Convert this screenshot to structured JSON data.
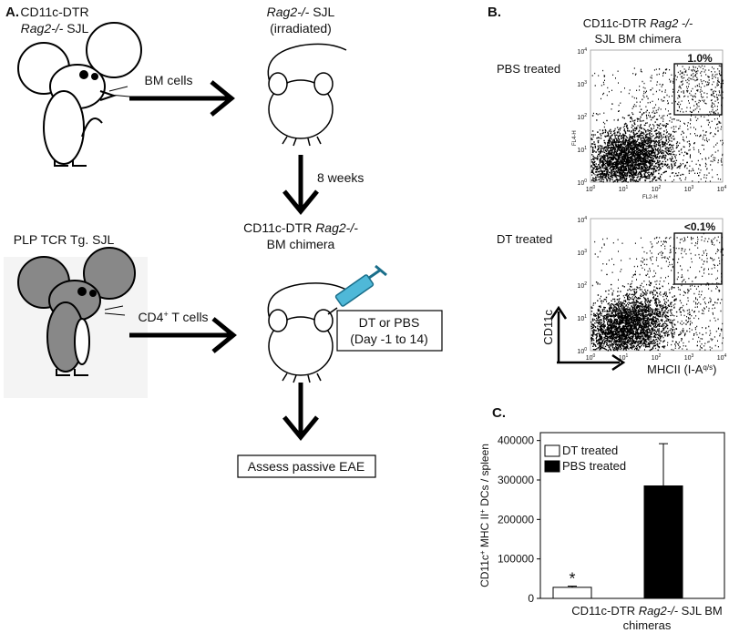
{
  "panel_a": {
    "label": "A.",
    "donor_line1": "CD11c-DTR",
    "donor_line2_italic": "Rag2-/-",
    "donor_line2_rest": " SJL",
    "recipient_italic": "Rag2-/-",
    "recipient_rest": " SJL",
    "recipient_sub": "(irradiated)",
    "bm_cells": "BM cells",
    "weeks": "8 weeks",
    "chimera_line1_pre": "CD11c-DTR ",
    "chimera_line1_italic": "Rag2-/-",
    "chimera_line2": "BM chimera",
    "plp": "PLP TCR Tg. SJL",
    "cd4_pre": "CD4",
    "cd4_sup": "+",
    "cd4_post": " T cells",
    "treat_line1": "DT or PBS",
    "treat_line2": "(Day -1 to 14)",
    "assess": "Assess passive EAE"
  },
  "panel_b": {
    "label": "B.",
    "title_line1": "CD11c-DTR ",
    "title_line1_italic": "Rag2 -/-",
    "title_line2": "SJL BM chimera",
    "pbs_label": "PBS treated",
    "dt_label": "DT treated",
    "pbs_gate_pct": "1.0%",
    "dt_gate_pct": "<0.1%",
    "top_ylabel": "FL4-H",
    "top_xlabel": "FL2-H",
    "ticks": [
      "10",
      "10",
      "10",
      "10",
      "10"
    ],
    "tick_exps": [
      "0",
      "1",
      "2",
      "3",
      "4"
    ],
    "axis_y": "CD11c",
    "axis_x_pre": "MHCII (I-A",
    "axis_x_sup": "q/s",
    "axis_x_post": ")"
  },
  "panel_c": {
    "label": "C.",
    "ylabel_pre": "CD11c",
    "ylabel_sup1": "+",
    "ylabel_mid": " MHC II",
    "ylabel_sup2": "+",
    "ylabel_post": " DCs / spleen",
    "xlabel_pre": "CD11c-DTR ",
    "xlabel_italic": "Rag2-/-",
    "xlabel_post": " SJL BM",
    "xlabel_line2": "chimeras",
    "significance": "*"
  },
  "chart_data": {
    "type": "bar",
    "categories": [
      "DT treated",
      "PBS treated"
    ],
    "series": [
      {
        "name": "DT treated",
        "values": [
          28000
        ],
        "error": [
          3000
        ],
        "color": "#ffffff"
      },
      {
        "name": "PBS treated",
        "values": [
          285000
        ],
        "error": [
          107000
        ],
        "color": "#000000"
      }
    ],
    "y_ticks": [
      "0",
      "100000",
      "200000",
      "300000",
      "400000"
    ],
    "ylim": [
      0,
      420000
    ],
    "legend_position": "top-left",
    "grid": false
  }
}
